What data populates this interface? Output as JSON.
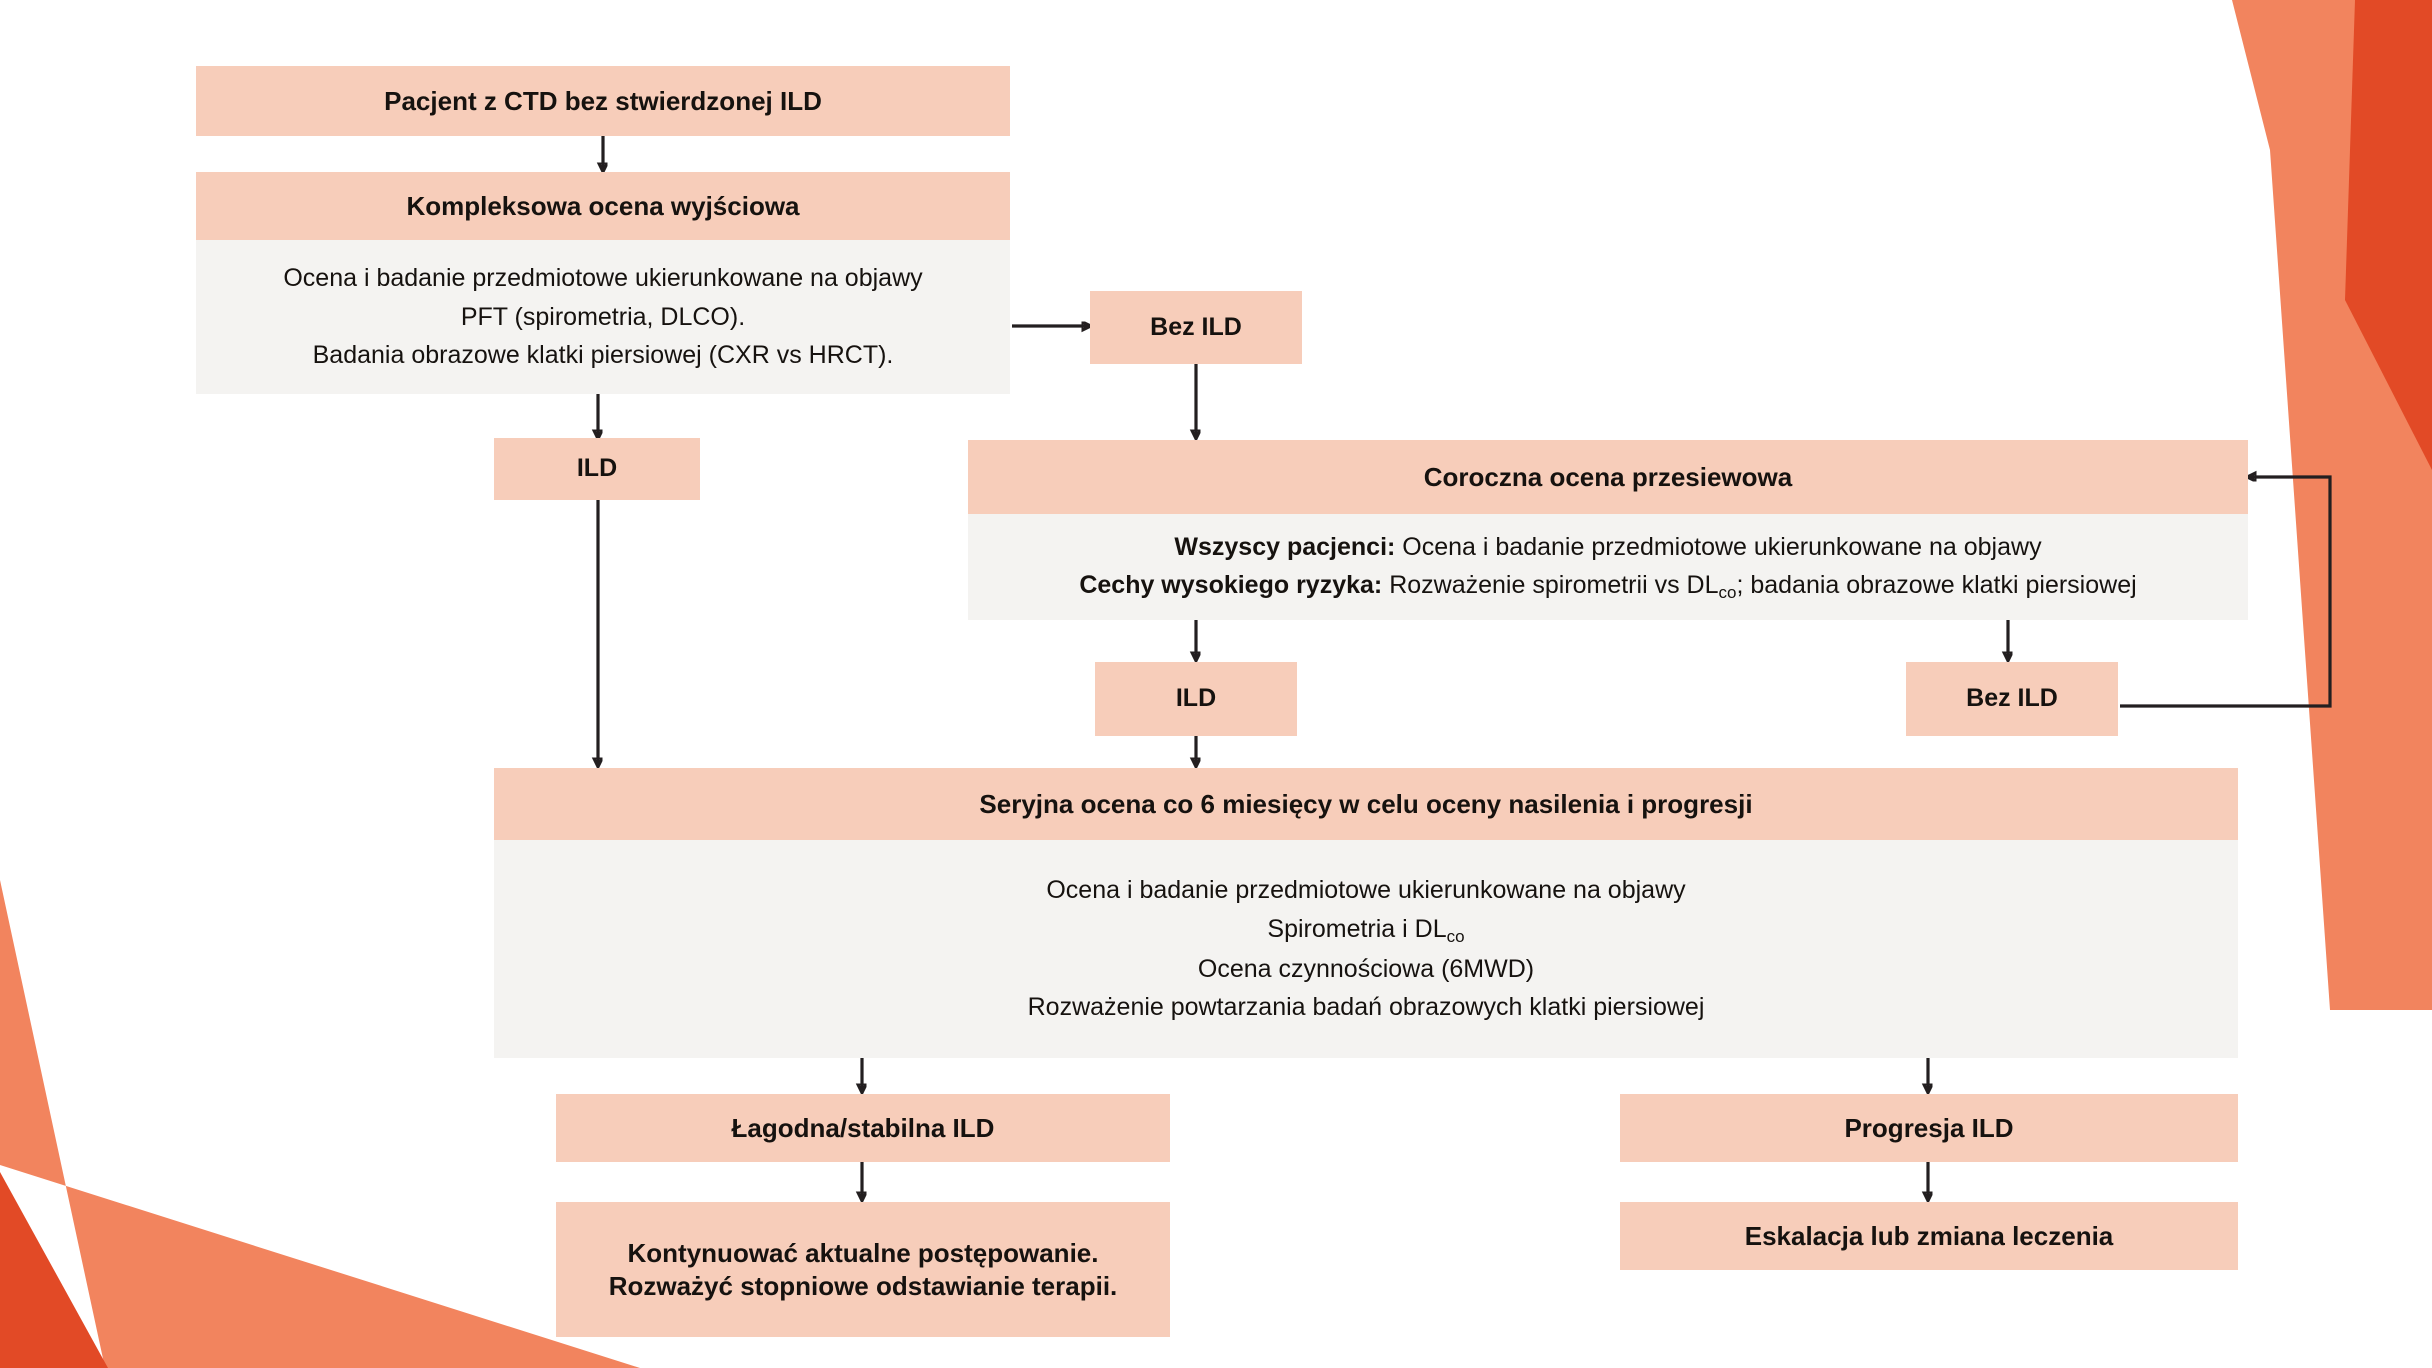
{
  "palette": {
    "header_fill": "#F7CDBA",
    "body_fill": "#F4F3F1",
    "text": "#16120F",
    "connector": "#231F20",
    "deco_salmon": "#F2845E",
    "deco_red": "#E24A26",
    "page_bg": "#FFFFFF"
  },
  "flow": {
    "start": {
      "title": "Pacjent z CTD bez stwierdzonej ILD"
    },
    "baseline": {
      "title": "Kompleksowa ocena wyjściowa",
      "lines": [
        "Ocena i badanie przedmiotowe ukierunkowane na objawy",
        "PFT (spirometria, DLCO).",
        "Badania obrazowe klatki piersiowej (CXR vs HRCT)."
      ]
    },
    "baseline_no_ild": {
      "label": "Bez ILD"
    },
    "baseline_ild": {
      "label": "ILD"
    },
    "annual": {
      "title": "Coroczna ocena przesiewowa",
      "rows": [
        {
          "lead": "Wszyscy pacjenci:",
          "rest": " Ocena i badanie przedmiotowe ukierunkowane na objawy"
        },
        {
          "lead": "Cechy wysokiego ryzyka:",
          "rest_a": " Rozważenie spirometrii vs DL",
          "sub": "co",
          "rest_b": "; badania obrazowe klatki piersiowej"
        }
      ]
    },
    "annual_ild": {
      "label": "ILD"
    },
    "annual_no_ild": {
      "label": "Bez ILD"
    },
    "serial": {
      "title": "Seryjna ocena co 6 miesięcy w celu oceny nasilenia i progresji",
      "lines": [
        {
          "text": "Ocena i badanie przedmiotowe ukierunkowane na objawy"
        },
        {
          "text_a": "Spirometria i DL",
          "sub": "co",
          "text_b": ""
        },
        {
          "text": "Ocena czynnościowa (6MWD)"
        },
        {
          "text": "Rozważenie powtarzania badań obrazowych klatki piersiowej"
        }
      ]
    },
    "outcome_mild": {
      "label": "Łagodna/stabilna ILD"
    },
    "outcome_mild_action": {
      "lines": [
        "Kontynuować aktualne postępowanie.",
        "Rozważyć stopniowe odstawianie terapii."
      ]
    },
    "outcome_progression": {
      "label": "Progresja ILD"
    },
    "outcome_progression_action": {
      "label": "Eskalacja lub zmiana leczenia"
    }
  }
}
